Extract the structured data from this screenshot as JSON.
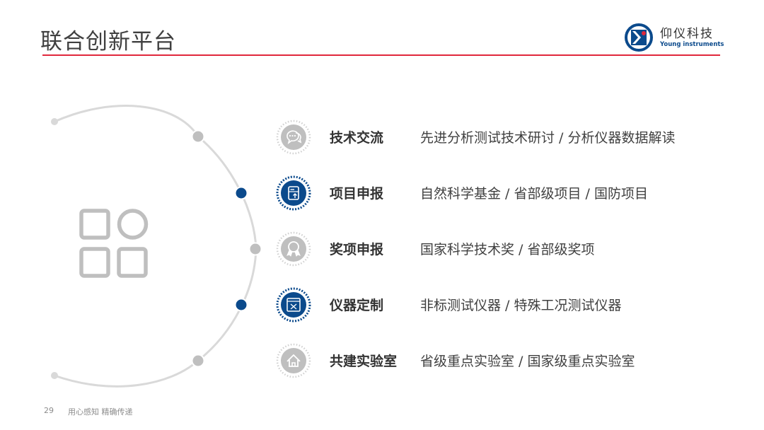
{
  "header": {
    "title": "联合创新平台",
    "accent_color": "#e0283c"
  },
  "logo": {
    "name_cn": "仰仪科技",
    "name_en": "Young instruments",
    "brand_color": "#0b4a8c",
    "dot_color": "#e0283c"
  },
  "center_icon": "grid-apps-icon",
  "items": [
    {
      "title": "技术交流",
      "desc": "先进分析测试技术研讨 / 分析仪器数据解读",
      "icon": "chat-bubbles-icon",
      "highlighted": false
    },
    {
      "title": "项目申报",
      "desc": "自然科学基金 / 省部级项目 / 国防项目",
      "icon": "document-upload-icon",
      "highlighted": true
    },
    {
      "title": "奖项申报",
      "desc": "国家科学技术奖 / 省部级奖项",
      "icon": "award-medal-icon",
      "highlighted": false
    },
    {
      "title": "仪器定制",
      "desc": "非标测试仪器 / 特殊工况测试仪器",
      "icon": "window-tools-icon",
      "highlighted": true
    },
    {
      "title": "共建实验室",
      "desc": "省级重点实验室 / 国家级重点实验室",
      "icon": "home-icon",
      "highlighted": false
    }
  ],
  "colors": {
    "highlight": "#0b4a8c",
    "muted": "#bfbfbf",
    "arc": "#d9d9d9"
  },
  "footer": {
    "page_number": "29",
    "slogan": "用心感知 精确传递"
  }
}
